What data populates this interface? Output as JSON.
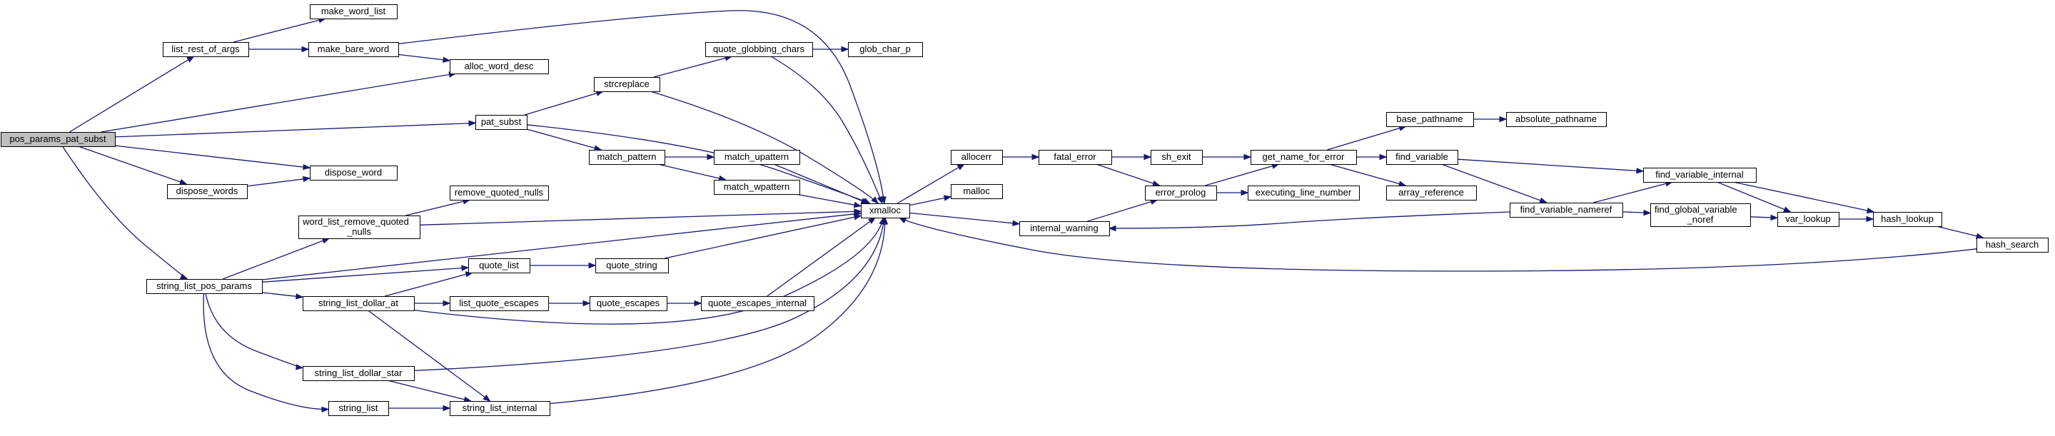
{
  "graph": {
    "title": "",
    "edge_color": "#191970",
    "root_fill": "#bfbfbf",
    "node_fill": "#ffffff",
    "nodes": [
      {
        "id": "pos_params_pat_subst",
        "lines": [
          "pos_params_pat_subst"
        ],
        "root": true
      },
      {
        "id": "list_rest_of_args",
        "lines": [
          "list_rest_of_args"
        ]
      },
      {
        "id": "make_word_list",
        "lines": [
          "make_word_list"
        ]
      },
      {
        "id": "make_bare_word",
        "lines": [
          "make_bare_word"
        ]
      },
      {
        "id": "alloc_word_desc",
        "lines": [
          "alloc_word_desc"
        ]
      },
      {
        "id": "quote_globbing_chars",
        "lines": [
          "quote_globbing_chars"
        ]
      },
      {
        "id": "glob_char_p",
        "lines": [
          "glob_char_p"
        ]
      },
      {
        "id": "strcreplace",
        "lines": [
          "strcreplace"
        ]
      },
      {
        "id": "pat_subst",
        "lines": [
          "pat_subst"
        ]
      },
      {
        "id": "match_pattern",
        "lines": [
          "match_pattern"
        ]
      },
      {
        "id": "match_upattern",
        "lines": [
          "match_upattern"
        ]
      },
      {
        "id": "match_wpattern",
        "lines": [
          "match_wpattern"
        ]
      },
      {
        "id": "dispose_word",
        "lines": [
          "dispose_word"
        ]
      },
      {
        "id": "dispose_words",
        "lines": [
          "dispose_words"
        ]
      },
      {
        "id": "remove_quoted_nulls",
        "lines": [
          "remove_quoted_nulls"
        ]
      },
      {
        "id": "word_list_remove_quoted_nulls",
        "lines": [
          "word_list_remove_quoted",
          "_nulls"
        ]
      },
      {
        "id": "xmalloc",
        "lines": [
          "xmalloc"
        ]
      },
      {
        "id": "allocerr",
        "lines": [
          "allocerr"
        ]
      },
      {
        "id": "malloc",
        "lines": [
          "malloc"
        ]
      },
      {
        "id": "internal_warning",
        "lines": [
          "internal_warning"
        ]
      },
      {
        "id": "fatal_error",
        "lines": [
          "fatal_error"
        ]
      },
      {
        "id": "sh_exit",
        "lines": [
          "sh_exit"
        ]
      },
      {
        "id": "error_prolog",
        "lines": [
          "error_prolog"
        ]
      },
      {
        "id": "executing_line_number",
        "lines": [
          "executing_line_number"
        ]
      },
      {
        "id": "get_name_for_error",
        "lines": [
          "get_name_for_error"
        ]
      },
      {
        "id": "base_pathname",
        "lines": [
          "base_pathname"
        ]
      },
      {
        "id": "absolute_pathname",
        "lines": [
          "absolute_pathname"
        ]
      },
      {
        "id": "find_variable",
        "lines": [
          "find_variable"
        ]
      },
      {
        "id": "array_reference",
        "lines": [
          "array_reference"
        ]
      },
      {
        "id": "find_variable_nameref",
        "lines": [
          "find_variable_nameref"
        ]
      },
      {
        "id": "find_variable_internal",
        "lines": [
          "find_variable_internal"
        ]
      },
      {
        "id": "find_global_variable_noref",
        "lines": [
          "find_global_variable",
          "_noref"
        ]
      },
      {
        "id": "var_lookup",
        "lines": [
          "var_lookup"
        ]
      },
      {
        "id": "hash_lookup",
        "lines": [
          "hash_lookup"
        ]
      },
      {
        "id": "hash_search",
        "lines": [
          "hash_search"
        ]
      },
      {
        "id": "string_list_pos_params",
        "lines": [
          "string_list_pos_params"
        ]
      },
      {
        "id": "quote_list",
        "lines": [
          "quote_list"
        ]
      },
      {
        "id": "quote_string",
        "lines": [
          "quote_string"
        ]
      },
      {
        "id": "string_list_dollar_at",
        "lines": [
          "string_list_dollar_at"
        ]
      },
      {
        "id": "list_quote_escapes",
        "lines": [
          "list_quote_escapes"
        ]
      },
      {
        "id": "quote_escapes",
        "lines": [
          "quote_escapes"
        ]
      },
      {
        "id": "quote_escapes_internal",
        "lines": [
          "quote_escapes_internal"
        ]
      },
      {
        "id": "string_list_dollar_star",
        "lines": [
          "string_list_dollar_star"
        ]
      },
      {
        "id": "string_list",
        "lines": [
          "string_list"
        ]
      },
      {
        "id": "string_list_internal",
        "lines": [
          "string_list_internal"
        ]
      }
    ],
    "edges": [
      [
        "pos_params_pat_subst",
        "list_rest_of_args"
      ],
      [
        "pos_params_pat_subst",
        "alloc_word_desc"
      ],
      [
        "pos_params_pat_subst",
        "pat_subst"
      ],
      [
        "pos_params_pat_subst",
        "dispose_word"
      ],
      [
        "pos_params_pat_subst",
        "dispose_words"
      ],
      [
        "pos_params_pat_subst",
        "string_list_pos_params"
      ],
      [
        "list_rest_of_args",
        "make_word_list"
      ],
      [
        "list_rest_of_args",
        "make_bare_word"
      ],
      [
        "make_bare_word",
        "alloc_word_desc"
      ],
      [
        "make_bare_word",
        "xmalloc"
      ],
      [
        "pat_subst",
        "strcreplace"
      ],
      [
        "pat_subst",
        "match_pattern"
      ],
      [
        "pat_subst",
        "xmalloc"
      ],
      [
        "strcreplace",
        "quote_globbing_chars"
      ],
      [
        "strcreplace",
        "xmalloc"
      ],
      [
        "quote_globbing_chars",
        "glob_char_p"
      ],
      [
        "quote_globbing_chars",
        "xmalloc"
      ],
      [
        "match_pattern",
        "match_upattern"
      ],
      [
        "match_pattern",
        "match_wpattern"
      ],
      [
        "match_upattern",
        "xmalloc"
      ],
      [
        "match_wpattern",
        "xmalloc"
      ],
      [
        "dispose_words",
        "dispose_word"
      ],
      [
        "word_list_remove_quoted_nulls",
        "remove_quoted_nulls"
      ],
      [
        "word_list_remove_quoted_nulls",
        "xmalloc"
      ],
      [
        "xmalloc",
        "allocerr"
      ],
      [
        "xmalloc",
        "malloc"
      ],
      [
        "xmalloc",
        "internal_warning"
      ],
      [
        "allocerr",
        "fatal_error"
      ],
      [
        "fatal_error",
        "sh_exit"
      ],
      [
        "fatal_error",
        "error_prolog"
      ],
      [
        "sh_exit",
        "get_name_for_error"
      ],
      [
        "error_prolog",
        "get_name_for_error"
      ],
      [
        "error_prolog",
        "executing_line_number"
      ],
      [
        "internal_warning",
        "error_prolog"
      ],
      [
        "get_name_for_error",
        "base_pathname"
      ],
      [
        "get_name_for_error",
        "find_variable"
      ],
      [
        "get_name_for_error",
        "array_reference"
      ],
      [
        "base_pathname",
        "absolute_pathname"
      ],
      [
        "find_variable",
        "find_variable_internal"
      ],
      [
        "find_variable",
        "find_variable_nameref"
      ],
      [
        "find_variable_nameref",
        "find_variable_internal"
      ],
      [
        "find_variable_nameref",
        "find_global_variable_noref"
      ],
      [
        "find_variable_nameref",
        "internal_warning"
      ],
      [
        "find_variable_internal",
        "var_lookup"
      ],
      [
        "find_variable_internal",
        "hash_lookup"
      ],
      [
        "find_global_variable_noref",
        "var_lookup"
      ],
      [
        "var_lookup",
        "hash_lookup"
      ],
      [
        "hash_lookup",
        "hash_search"
      ],
      [
        "hash_search",
        "xmalloc"
      ],
      [
        "string_list_pos_params",
        "word_list_remove_quoted_nulls"
      ],
      [
        "string_list_pos_params",
        "quote_list"
      ],
      [
        "string_list_pos_params",
        "string_list_dollar_at"
      ],
      [
        "string_list_pos_params",
        "string_list_dollar_star"
      ],
      [
        "string_list_pos_params",
        "string_list"
      ],
      [
        "string_list_pos_params",
        "xmalloc"
      ],
      [
        "quote_list",
        "quote_string"
      ],
      [
        "quote_string",
        "xmalloc"
      ],
      [
        "string_list_dollar_at",
        "quote_list"
      ],
      [
        "string_list_dollar_at",
        "list_quote_escapes"
      ],
      [
        "string_list_dollar_at",
        "string_list_internal"
      ],
      [
        "string_list_dollar_at",
        "xmalloc"
      ],
      [
        "list_quote_escapes",
        "quote_escapes"
      ],
      [
        "quote_escapes",
        "quote_escapes_internal"
      ],
      [
        "quote_escapes_internal",
        "xmalloc"
      ],
      [
        "string_list_dollar_star",
        "string_list_internal"
      ],
      [
        "string_list_dollar_star",
        "xmalloc"
      ],
      [
        "string_list",
        "string_list_internal"
      ],
      [
        "string_list_internal",
        "xmalloc"
      ]
    ]
  }
}
